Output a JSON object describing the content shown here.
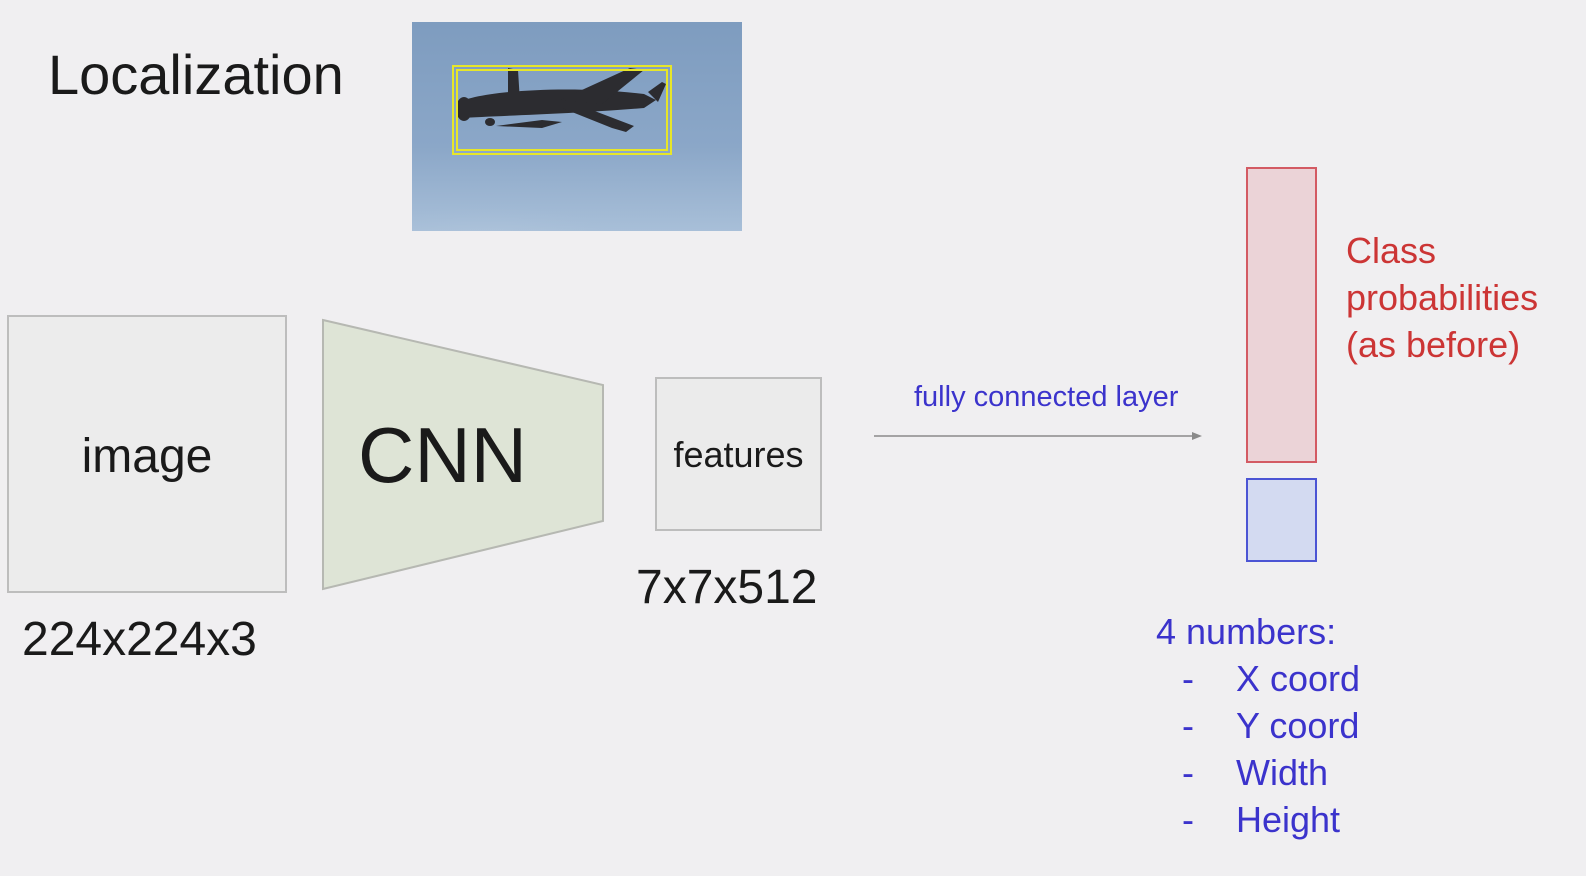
{
  "title": "Localization",
  "image_box": {
    "label": "image",
    "dimensions": "224x224x3"
  },
  "cnn": {
    "label": "CNN"
  },
  "features_box": {
    "label": "features",
    "dimensions": "7x7x512"
  },
  "fc_layer": {
    "label": "fully connected layer"
  },
  "class_output": {
    "lines": [
      "Class",
      "probabilities",
      "(as before)"
    ]
  },
  "box_output": {
    "heading": "4 numbers:",
    "items": [
      {
        "dash": "-",
        "text": "X coord"
      },
      {
        "dash": "-",
        "text": "Y coord"
      },
      {
        "dash": "-",
        "text": "Width"
      },
      {
        "dash": "-",
        "text": "Height"
      }
    ]
  },
  "colors": {
    "background": "#f0eff1",
    "cnn_fill": "#dee4d6",
    "class_bar_fill": "#ebd3d7",
    "class_bar_border": "#d35a63",
    "coord_bar_fill": "#d3daf1",
    "coord_bar_border": "#4b54d4",
    "red_text": "#cc3535",
    "blue_text": "#3b33cc",
    "bounding_box": "#e7e629"
  },
  "icons": {
    "photo": "airplane-photo-icon"
  }
}
